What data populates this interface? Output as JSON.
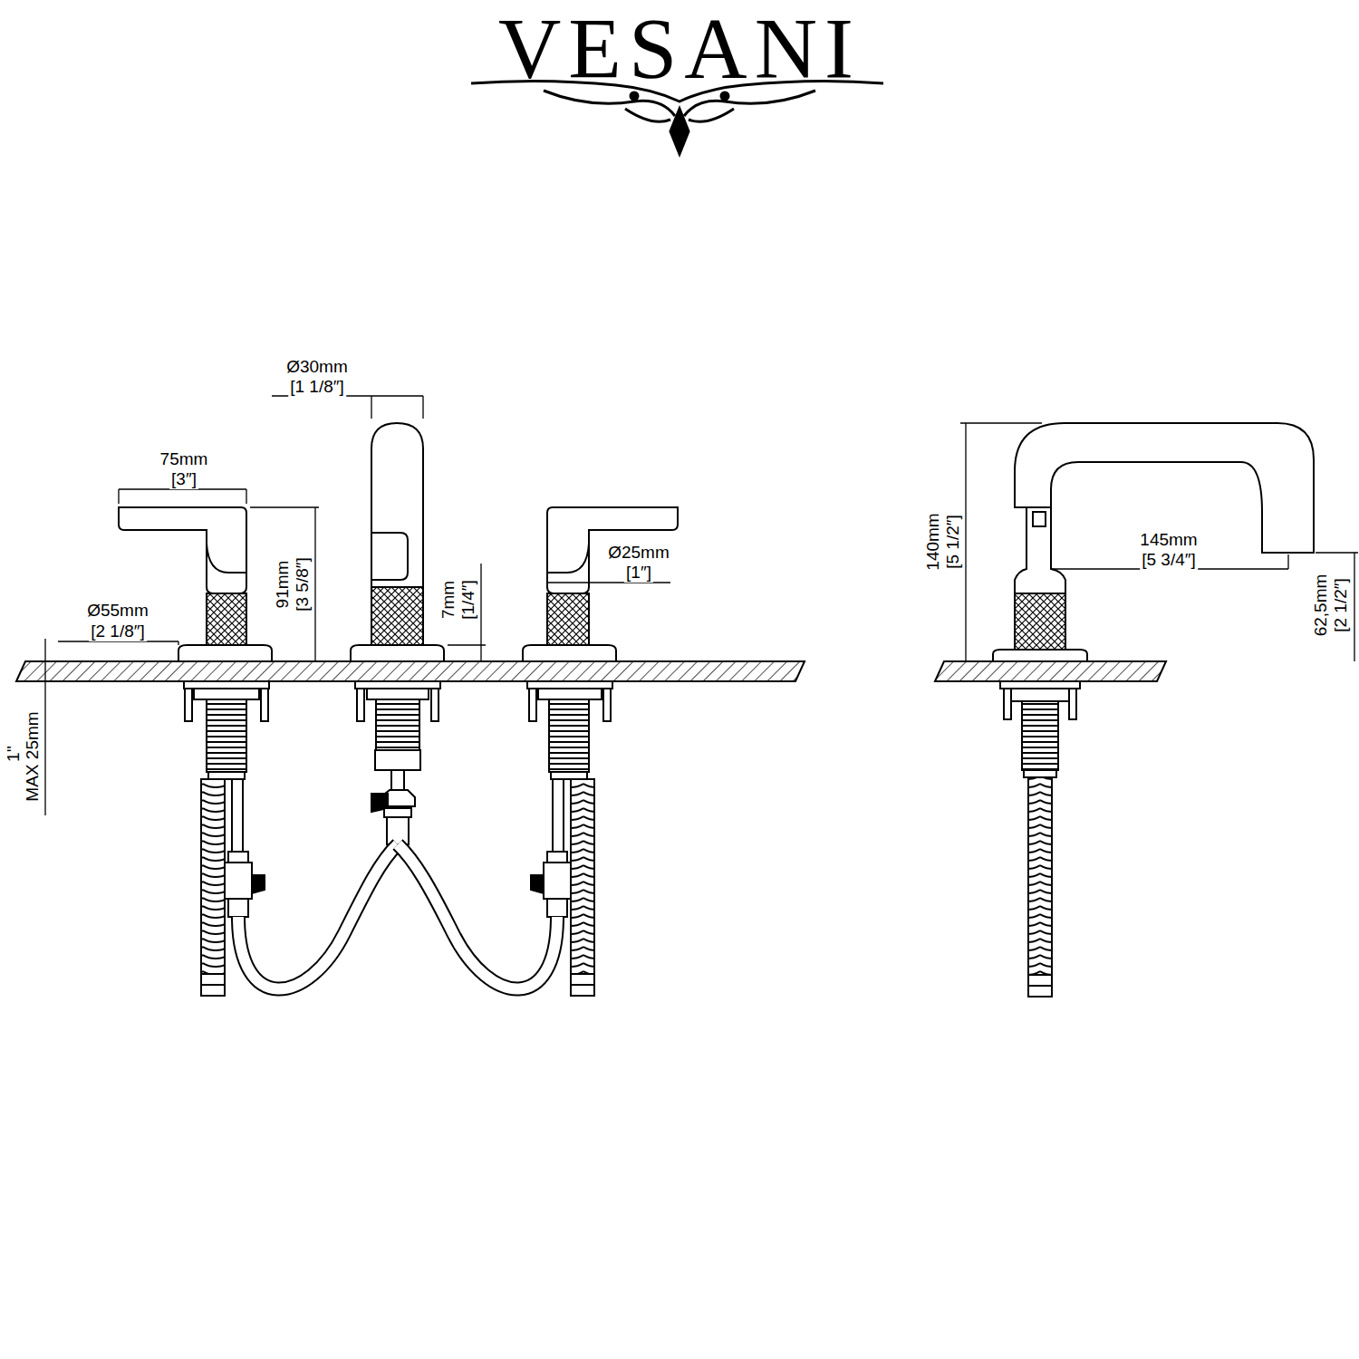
{
  "diagram": {
    "title": "VESANI",
    "labels": [
      "Ø30mm",
      "[1 1/8″]",
      "75mm",
      "[3″]",
      "91mm",
      "[3 5/8″]",
      "7mm",
      "[1/4″]",
      "Ø25mm",
      "[1″]",
      "Ø55mm",
      "[2 1/8″]",
      "1''",
      "MAX 25mm",
      "140mm",
      "[5 1/2″]",
      "145mm",
      "[5 3/4″]",
      "62,5mm",
      "[2 1/2″]"
    ]
  }
}
